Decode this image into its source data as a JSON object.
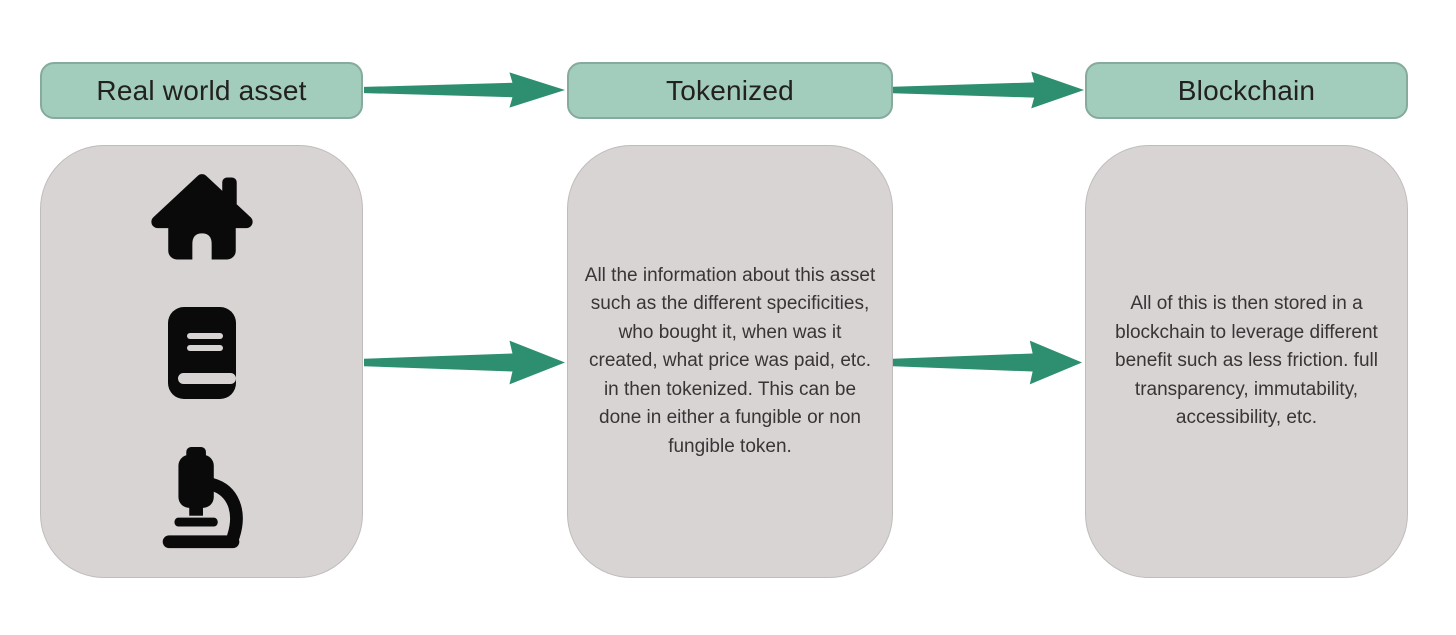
{
  "flow": {
    "steps": [
      {
        "label": "Real world asset"
      },
      {
        "label": "Tokenized"
      },
      {
        "label": "Blockchain"
      }
    ],
    "cards": [
      {
        "icons": [
          "house-icon",
          "book-icon",
          "microscope-icon"
        ],
        "text": ""
      },
      {
        "text": "All the information about this asset such as the different specificities, who bought it, when was it created, what price was paid, etc. in then tokenized. This can be done in either a fungible or non fungible token."
      },
      {
        "text": "All of this is then stored in a blockchain to leverage different benefit such as less friction. full transparency, immutability, accessibility, etc."
      }
    ],
    "colors": {
      "header_fill": "#a2ccbc",
      "header_border": "#86ab9d",
      "header_text": "#222021",
      "arrow": "#2e8f70",
      "card_fill": "#d8d4d4",
      "card_border": "#c0bcbb",
      "card_text": "#393436",
      "icon": "#0b0a0a"
    }
  }
}
